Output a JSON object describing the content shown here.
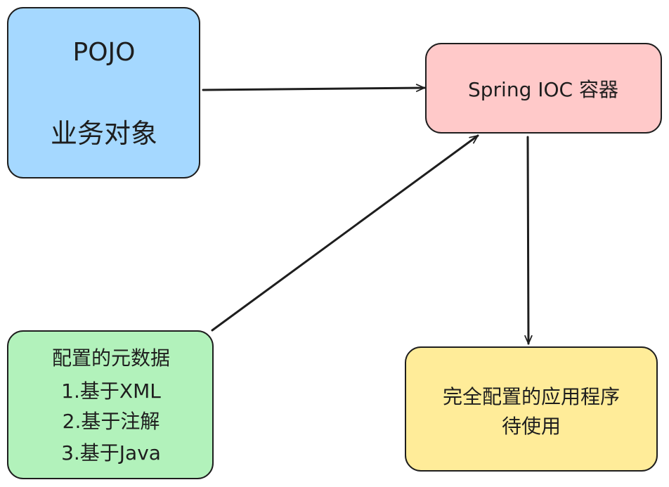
{
  "nodes": {
    "pojo": {
      "title": "POJO",
      "subtitle": "业务对象",
      "fill": "#a5d8ff"
    },
    "ioc": {
      "label": "Spring IOC 容器",
      "fill": "#ffc9c9"
    },
    "config": {
      "lines": [
        "配置的元数据",
        "1.基于XML",
        "2.基于注解",
        "3.基于Java"
      ],
      "fill": "#b2f2bb"
    },
    "app": {
      "lines": [
        "完全配置的应用程序",
        "待使用"
      ],
      "fill": "#ffec99"
    }
  },
  "stroke_color": "#1e1e1e"
}
